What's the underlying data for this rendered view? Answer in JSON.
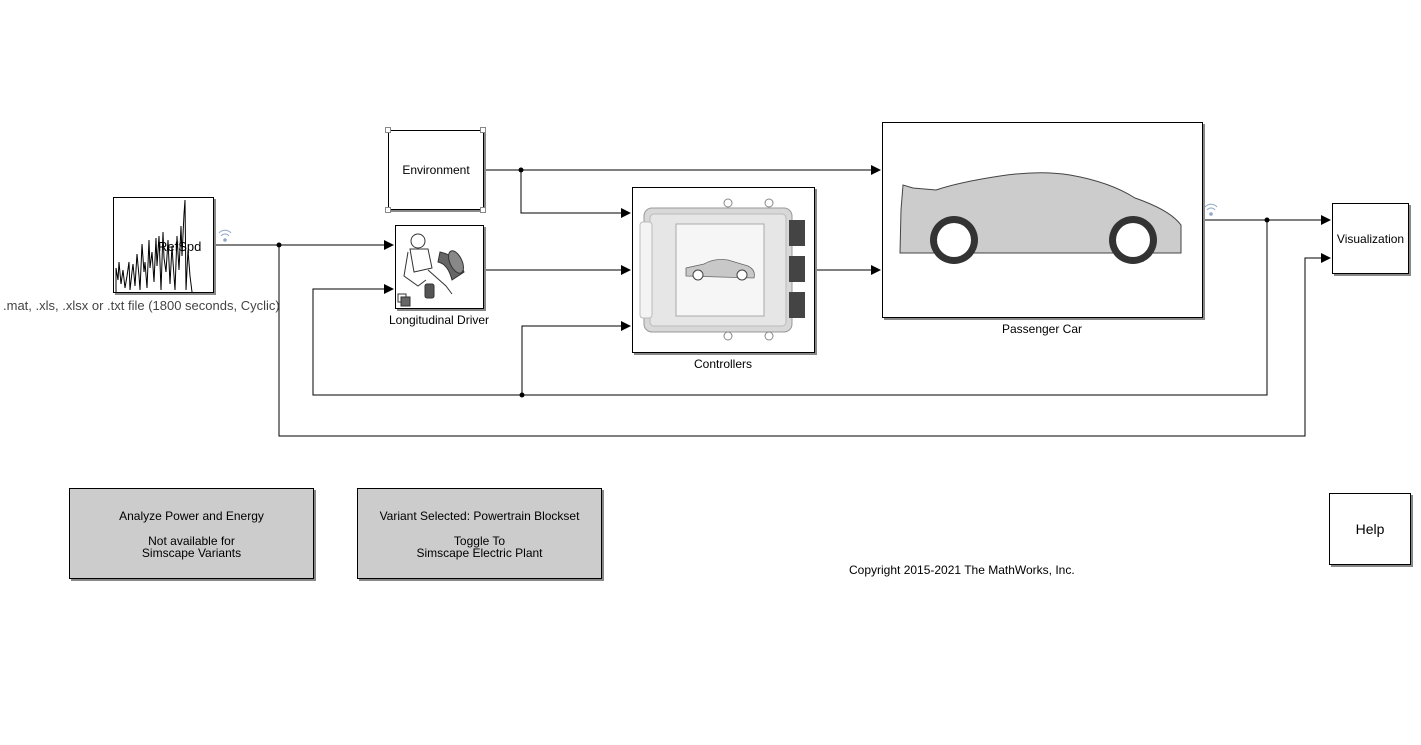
{
  "blocks": {
    "source_label": "RefSpd",
    "source_caption": ".mat, .xls, .xlsx or .txt file (1800  seconds, Cyclic)",
    "environment": "Environment",
    "driver_caption": "Longitudinal Driver",
    "controllers_caption": "Controllers",
    "passenger_car_caption": "Passenger Car",
    "visualization": "Visualization"
  },
  "buttons": {
    "analyze": {
      "line1": "Analyze Power and Energy",
      "line2": "Not available for",
      "line3": "Simscape Variants"
    },
    "variant": {
      "line1": "Variant Selected: Powertrain Blockset",
      "line2": "Toggle To",
      "line3": "Simscape Electric Plant"
    },
    "help": "Help"
  },
  "copyright": "Copyright 2015-2021 The MathWorks, Inc.",
  "icons": [
    "signal-source-icon",
    "driver-icon",
    "controller-ecu-icon",
    "passenger-car-icon",
    "wireless-log-icon"
  ],
  "colors": {
    "line": "#000000",
    "button_fill": "#cccccc",
    "car_body": "#cccccc",
    "log_badge": "#8fa8c8"
  }
}
